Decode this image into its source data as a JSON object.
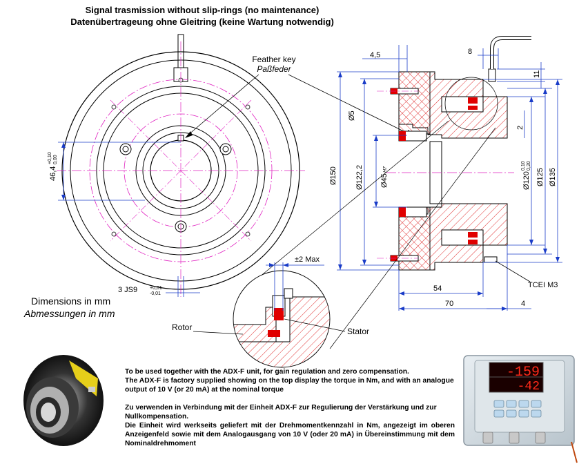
{
  "title": {
    "line1": "Signal trasmission without slip-rings (no maintenance)",
    "line2": "Datenübertrageung ohne Gleitring (keine Wartung notwendig)"
  },
  "labels": {
    "feather_key": "Feather key",
    "feather_key_de": "Paßfeder",
    "dimensions_en": "Dimensions in mm",
    "dimensions_de": "Abmessungen in mm",
    "rotor": "Rotor",
    "stator": "Stator",
    "tcei": "TCEI M3",
    "max2": "±2 Max"
  },
  "dims": {
    "d150": "Ø150",
    "d122": "Ø122,2",
    "d45": "Ø45",
    "d45_tol": "H7",
    "d120": "Ø120",
    "d120_tol_up": "0,10",
    "d120_tol_lo": "0,20",
    "d125": "Ø125",
    "d135": "Ø135",
    "d5": "Ø5",
    "h46": "46,4",
    "h46_tol_up": "+0,10",
    "h46_tol_lo": "0,00",
    "w45": "4,5",
    "w8": "8",
    "h11": "11",
    "h2": "2",
    "w54": "54",
    "w70": "70",
    "w4": "4",
    "key": "3 JS9",
    "key_tol_up": "+0,01",
    "key_tol_lo": "-0,01"
  },
  "description": {
    "en_line1": "To be used together with the ADX-F unit, for gain regulation and zero compensation.",
    "en_line2": "The ADX-F is factory supplied showing on the top display the torque in Nm, and with an analogue output of 10 V (or 20 mA) at the nominal torque",
    "de_line1": "Zu verwenden in Verbindung mit der Einheit ADX-F zur Regulierung der Verstärkung und zur Nullkompensation.",
    "de_line2": "Die Einheit wird werkseits geliefert mit der Drehmomentkennzahl in Nm, angezeigt im oberen Anzeigenfeld sowie mit dem Analogausgang von 10 V (oder 20 mA) in Übereinstimmung mit dem Nominaldrehmoment"
  },
  "display": {
    "top_value": "-159",
    "bottom_value": "-42"
  },
  "colors": {
    "magenta": "#e020c0",
    "hatch": "#e03030",
    "blue": "#1a3cc8",
    "red": "#e00000"
  }
}
